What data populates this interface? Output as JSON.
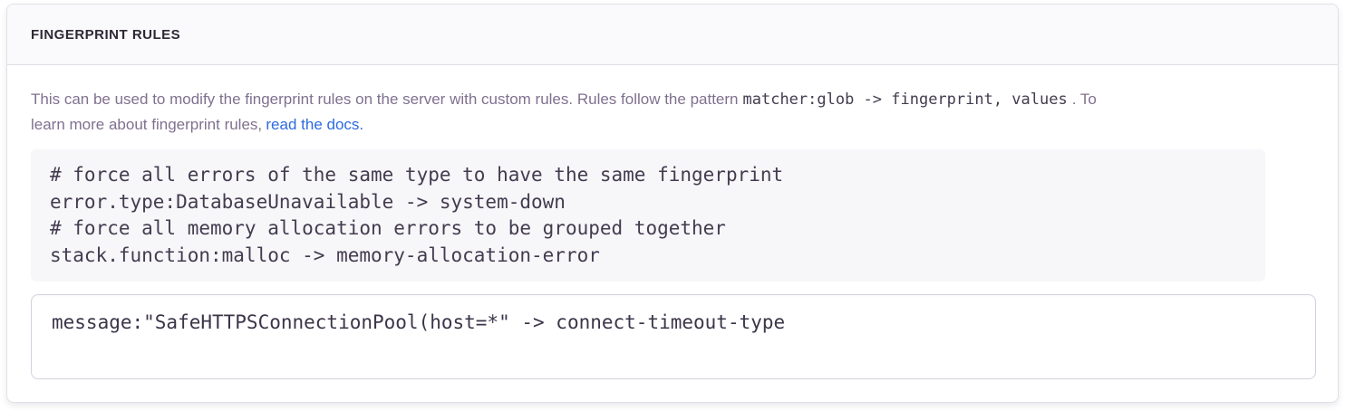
{
  "panel": {
    "title": "FINGERPRINT RULES",
    "description": {
      "part1": "This can be used to modify the fingerprint rules on the server with custom rules. Rules follow the pattern",
      "inline_code": "matcher:glob -> fingerprint, values",
      "part2": ". To",
      "part3": "learn more about fingerprint rules,",
      "link_label": "read the docs."
    },
    "example_rules": "# force all errors of the same type to have the same fingerprint\nerror.type:DatabaseUnavailable -> system-down\n# force all memory allocation errors to be grouped together\nstack.function:malloc -> memory-allocation-error",
    "rules_input": {
      "value": "message:\"SafeHTTPSConnectionPool(host=*\" -> connect-timeout-type"
    },
    "colors": {
      "link_blue": "#2e6be0",
      "header_text": "#2f2936",
      "body_text": "#80708f",
      "code_text": "#433c4f",
      "code_block_bg": "#f7f6f9",
      "panel_border": "#e3dfe8",
      "textarea_border": "#d6d0dd"
    }
  }
}
